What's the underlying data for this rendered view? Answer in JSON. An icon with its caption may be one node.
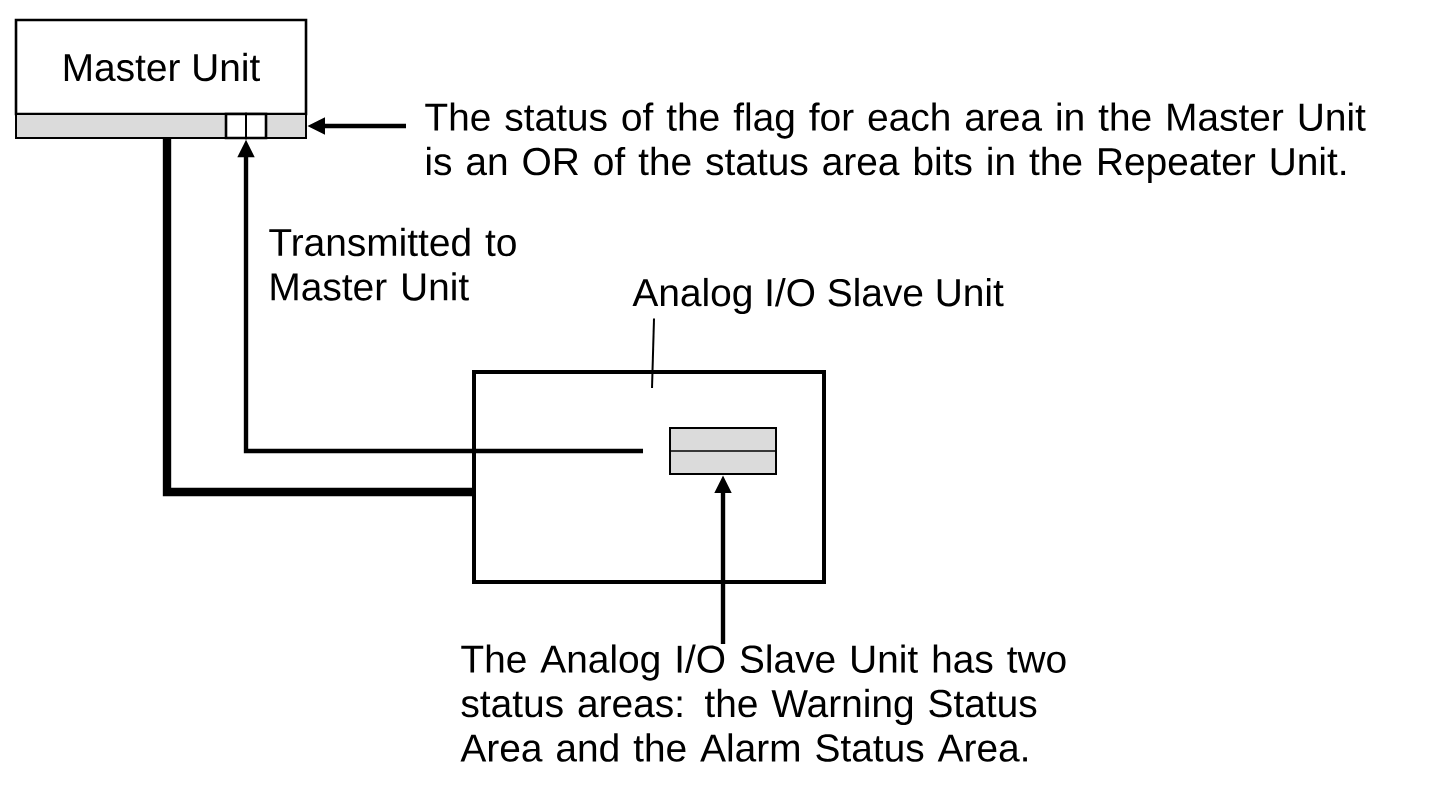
{
  "diagram": {
    "nodes": [
      {
        "text": [
          "Master Unit"
        ]
      },
      {
        "text": [],
        "shape": "bar"
      },
      {
        "text": [],
        "shape": "box",
        "in": 1
      },
      {
        "text": [
          "The status of the flag for each area in the Master Unit is an OR of the status area bits in the Repeater Unit."
        ]
      },
      {
        "text": [
          "Analog I/O Slave Unit"
        ]
      },
      {
        "text": [],
        "shape": "box"
      },
      {
        "text": [],
        "shape": "bar",
        "in": 5
      },
      {
        "text": [
          "The Analog I/O Slave Unit has two status areas: the Warning Status Area and the Alarm Status Area."
        ]
      }
    ],
    "edges": [
      {
        "from": 3,
        "to": 1,
        "arrow": "to"
      },
      {
        "from": 6,
        "to": 2,
        "arrow": "to",
        "label": "Transmitted to Master Unit"
      },
      {
        "from": 1,
        "to": 5,
        "arrow": "none",
        "style": "thick"
      },
      {
        "from": 4,
        "to": 5,
        "arrow": "none"
      },
      {
        "from": 7,
        "to": 6,
        "arrow": "to"
      }
    ]
  }
}
